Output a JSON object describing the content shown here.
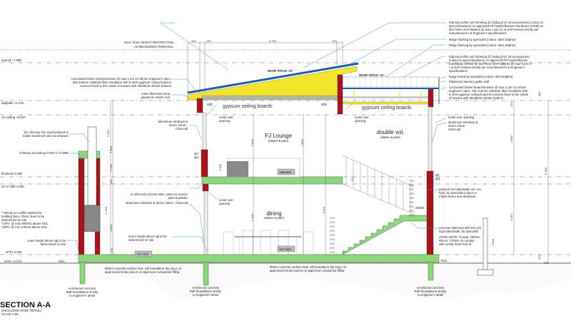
{
  "title": {
    "main": "SECTION A-A",
    "sub": "(INCLUDING ROOF DETAIL)",
    "scale": "SCALE 1:50"
  },
  "levels": {
    "toproof": "toproof +7.085",
    "wallplate": "wallplate +6.120",
    "ceiling": "u/s ceiling +5.810",
    "floorlevel": "floorlevel 3.380",
    "slab": "u/s of slab 3.085",
    "uffl0": "UFFL 0.000",
    "uffl1": "UFFL -0.170",
    "ngl": "NGL",
    "ngl_right": "NGL"
  },
  "restriction": [
    "MAX. 8.5m HEIGHT RESTRICTION",
    "AS MEASURED FROM NGL"
  ],
  "top_dims": [
    "460",
    "230",
    "6 220",
    "230"
  ],
  "roof": {
    "pitch_left": "ROOF PITCH: 10°",
    "pitch_right": "ROOF PITCH: 10°"
  },
  "rooms": {
    "lounge": "FJ Lounge",
    "lounge_finish": "plaster & paint",
    "double": "double vol.",
    "double_finish": "plaster & paint",
    "dining": "dining",
    "dining_finish": "plaster & paint",
    "ceiling_left": "gypsum ceiling boards",
    "ceiling_right": "gypsum ceiling boards",
    "wp1": "w/p",
    "wp2": "w/p",
    "stairs": "stairs"
  },
  "levels_boxes": [
    "1480.900",
    "1477.840",
    "1477.670"
  ],
  "notes": {
    "timber_left": [
      "Concealed timber beams/trusses @ max 1,4m c/c all per engineer's spec.",
      "Min 115mm cellulose fibre insulation with 6.4mm gypsum ceiling board &",
      "cornices fixed to the u/side of trusses with 38x38mm timber battens"
    ],
    "fascia": [
      "nutec fibrement facia",
      "painted to match roof"
    ],
    "chimney_cowl": [
      "h/s chimney hat cowel painted to",
      "match aluminium door & windows"
    ],
    "chimney": "chimney according to Part V of NBR",
    "fill": [
      "* Strictly no cut/fill outside the",
      "building lines. FINAL level to be",
      "determined on site",
      "*UFFL @ max 900mm above NGL",
      "*UFFL @ min 170mm above NGL"
    ],
    "exact_left": [
      "exact height above ngl to be",
      "determined on site"
    ],
    "exact_mid": [
      "exact height above ngl to be",
      "determined on site"
    ],
    "alu_upper": [
      "aluminium windows &",
      "doors colour :",
      "Charcoal"
    ],
    "sill": [
      "sill",
      "dpc"
    ],
    "slab_note": [
      "re-inforced concrete slab, under to receive",
      "paint & plaster"
    ],
    "alu_lower": "aluminium windows & doors colour : Charcoal",
    "lintel1": [
      "Lintel over",
      "opening"
    ],
    "lintel2": [
      "Lintel over",
      "opening"
    ],
    "lintel3": [
      "Lintel over",
      "opening"
    ],
    "lintel4": "Lintel over opening",
    "alu_right": [
      "aluminium windows &",
      "doors colour :",
      "Charcoal"
    ],
    "sill_right": [
      "sill",
      "dpc"
    ],
    "klip1": [
      "Klip-lok profile roof sheeting @ 10deg (incl. all accessories) (colour to",
      "spec/elevations) on approved FR heat/reflective membrane (HRM) on",
      "52x76mm SAP battens @ max 1,2m c/c & SAP trusses strictly per",
      "manufacturer's & Engineer's specifications"
    ],
    "ridge1": "Ridge flashing by specialist (colour: dark dolphin)",
    "ridge2": "Ridge flashing by specialist (colour: dark dolphin)",
    "klip2": [
      "Klip-lok profile roof sheeting @ 10deg (incl. all accessories)",
      "(colour to spec/elevations) on approved FR heat/reflective",
      "membrane (HRM) on 52x76mm SAP battens @ max 1,2m c/",
      "c & SAP trusses strictly per manufacturer's & Engineer's",
      "specifications"
    ],
    "barge": "barge board by specialist (colour: dark dolphin)",
    "parapet": "Plastered masonry gable wall",
    "timber_right": [
      "Concealed timber beams/trusses @ max 1,4m c/c all per",
      "engineer's spec. Min 115mm cellulose fibre insulation with",
      "6.4mm gypsum ceiling board & cornices fixed to the u/side",
      "of trusses with 38x38mm timber battens"
    ],
    "balustrade": [
      "painted m/s balustrade min 1m",
      "high, by specialist (colour to",
      "match doors and windows)"
    ],
    "concrete_stair": [
      "concrete staircase with min 1m",
      "high balustrade, by specialist"
    ],
    "stair_note": [
      "STAIR NOTE: Treads: 280mm",
      "Risers: 170mm To comply",
      "with SANS 0400 Part M"
    ],
    "surface_bed_left": [
      "85mm concrete surface bed, raft foundation (by eng.) on",
      "approved termite poison on approved compacted filling"
    ],
    "surface_bed_mid": [
      "85mm concrete surface bed, raft foundation (by eng.) on",
      "approved termite poison on approved compacted filling"
    ],
    "found1": [
      "re-inforced concrete",
      "Raft foundations strictly",
      "to engineer's detail"
    ],
    "found2": [
      "re-inforced concrete",
      "Raft foundations strictly",
      "to engineer's detail"
    ],
    "found3": [
      "re-inforced concrete",
      "Raft foundations strictly",
      "to engineer's detail"
    ]
  },
  "dims": {
    "risers_upper": [
      "170",
      "170",
      "170",
      "170",
      "170",
      "170",
      "170",
      "170",
      "170"
    ],
    "risers_lower": [
      "170",
      "170",
      "170",
      "170",
      "170",
      "170",
      "170",
      "170",
      "170"
    ],
    "v": [
      "3 110",
      "1 800",
      "1 000",
      "240",
      "2 400",
      "1 800",
      "2 835",
      "2 400",
      "1 800",
      "1 000",
      "170",
      "6 600",
      "2 800",
      "3 215",
      "1 800",
      "1 020",
      "170",
      "480",
      "170",
      "295",
      "101"
    ]
  },
  "colors": {
    "wall": "#a8141a",
    "concrete": "#8fd47f",
    "truss": "#f3e52a",
    "roof": "#1f5fa8",
    "leader": "#4a8fc9"
  }
}
